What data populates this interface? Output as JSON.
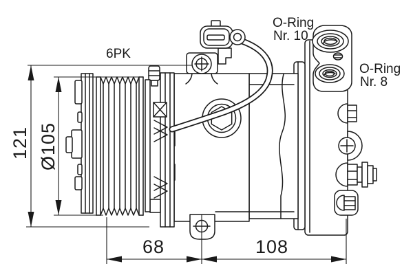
{
  "annotations": {
    "belt_label": "6PK",
    "dim_height": "121",
    "dim_pulley_diameter": "Ø105",
    "dim_length_front": "68",
    "dim_length_rear": "108",
    "oring_10_line1": "O-Ring",
    "oring_10_line2": "Nr. 10",
    "oring_8_line1": "O-Ring",
    "oring_8_line2": "Nr. 8"
  },
  "colors": {
    "line": "#1a1a1a",
    "background": "#ffffff"
  }
}
